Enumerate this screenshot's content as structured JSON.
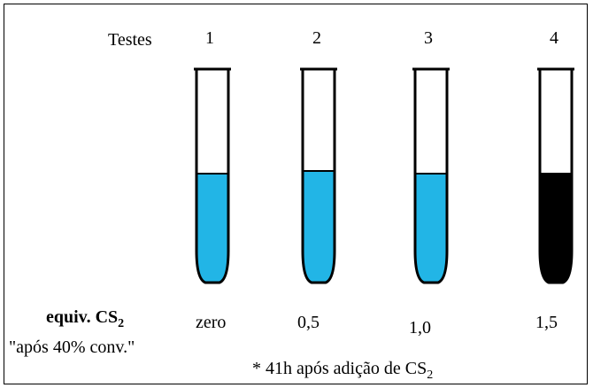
{
  "header_label": "Testes",
  "row_label": {
    "main": "equiv. CS",
    "main_sub": "2",
    "note": "\"após 40% conv.\""
  },
  "footnote": {
    "text": "* 41h  após adição de CS",
    "sub": "2"
  },
  "tests": [
    {
      "number": "1",
      "equiv": "zero",
      "fill_fraction": 0.52,
      "liquid_color": "#22b5e6"
    },
    {
      "number": "2",
      "equiv": "0,5",
      "fill_fraction": 0.53,
      "liquid_color": "#22b5e6"
    },
    {
      "number": "3",
      "equiv": "1,0",
      "fill_fraction": 0.52,
      "liquid_color": "#22b5e6"
    },
    {
      "number": "4",
      "equiv": "1,5",
      "fill_fraction": 0.52,
      "liquid_color": "#000000"
    }
  ]
}
